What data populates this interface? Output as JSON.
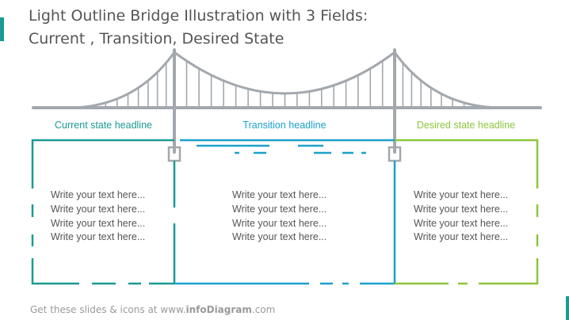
{
  "slide": {
    "title_line1": "Light Outline Bridge Illustration with 3 Fields:",
    "title_line2": "Current , Transition, Desired State"
  },
  "fields": [
    {
      "headline": "Current state headline",
      "color": "#1a9a93",
      "lines": [
        "Write your text here...",
        "Write your text here...",
        "Write your text here...",
        "Write your text here..."
      ]
    },
    {
      "headline": "Transition headline",
      "color": "#1ba0cc",
      "lines": [
        "Write your text here...",
        "Write your text here...",
        "Write your text here...",
        "Write your text here..."
      ]
    },
    {
      "headline": "Desired state headline",
      "color": "#8cc63e",
      "lines": [
        "Write your text here...",
        "Write your text here...",
        "Write your text here...",
        "Write your text here..."
      ]
    }
  ],
  "bridge": {
    "color": "#a3a8ae"
  },
  "footer": {
    "prefix": "Get these slides & icons at www.",
    "brand": "infoDiagram",
    "suffix": ".com"
  }
}
